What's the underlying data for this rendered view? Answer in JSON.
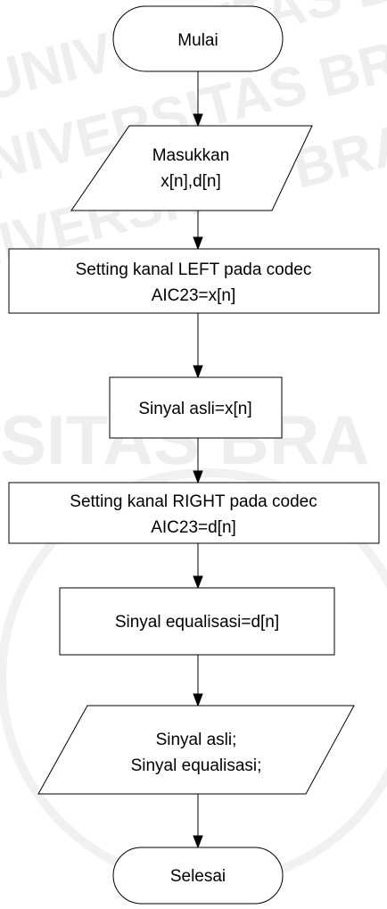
{
  "colors": {
    "stroke": "#000000",
    "text": "#000000",
    "background": "#ffffff",
    "watermark": "#dcdcdc"
  },
  "watermark": {
    "lines": [
      "UNIVERSITAS BRAWIJAYA",
      "UNIVERSITAS BRAWIJAYA",
      "UNIVERSITAS BRAWIJAYA"
    ],
    "band_text": "SITAS BRA"
  },
  "flowchart": {
    "start": "Mulai",
    "input": [
      "Masukkan",
      "x[n],d[n]"
    ],
    "step1": [
      "Setting kanal LEFT pada codec",
      "AIC23=x[n]"
    ],
    "step2": "Sinyal asli=x[n]",
    "step3": [
      "Setting kanal RIGHT pada codec",
      "AIC23=d[n]"
    ],
    "step4": "Sinyal equalisasi=d[n]",
    "output": [
      "Sinyal asli;",
      "Sinyal equalisasi;"
    ],
    "end": "Selesai"
  }
}
